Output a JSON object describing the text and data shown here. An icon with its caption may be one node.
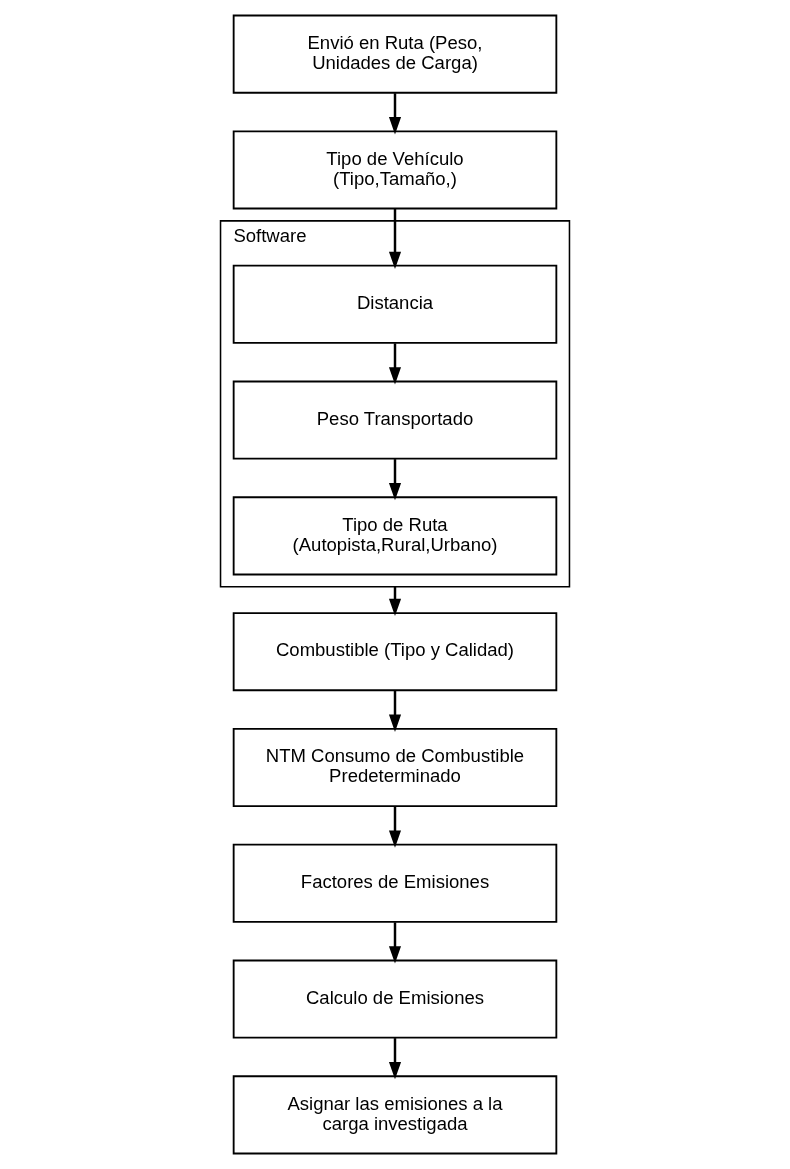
{
  "diagram": {
    "nodes": [
      {
        "text": [
          "Envió en Ruta (Peso, Unidades de Carga)"
        ]
      },
      {
        "text": [
          "Tipo de Vehículo (Tipo,Tamaño,)"
        ]
      },
      {
        "text": [
          "Software"
        ]
      },
      {
        "text": [
          "Distancia"
        ],
        "in": 2
      },
      {
        "text": [
          "Peso Transportado"
        ],
        "in": 2
      },
      {
        "text": [
          "Tipo de Ruta (Autopista,Rural,Urbano)"
        ],
        "in": 2
      },
      {
        "text": [
          "Combustible (Tipo y Calidad)"
        ]
      },
      {
        "text": [
          "NTM Consumo de Combustible Predeterminado"
        ]
      },
      {
        "text": [
          "Factores de Emisiones"
        ]
      },
      {
        "text": [
          "Calculo de Emisiones"
        ]
      },
      {
        "text": [
          "Asignar las emisiones a la carga investigada"
        ]
      }
    ],
    "edges": [
      {
        "from": 0,
        "to": 1,
        "arrow": "to"
      },
      {
        "from": 1,
        "to": 3,
        "arrow": "to"
      },
      {
        "from": 3,
        "to": 4,
        "arrow": "to"
      },
      {
        "from": 4,
        "to": 5,
        "arrow": "to"
      },
      {
        "from": 2,
        "to": 6,
        "arrow": "to"
      },
      {
        "from": 6,
        "to": 7,
        "arrow": "to"
      },
      {
        "from": 7,
        "to": 8,
        "arrow": "to"
      },
      {
        "from": 8,
        "to": 9,
        "arrow": "to"
      },
      {
        "from": 9,
        "to": 10,
        "arrow": "to"
      }
    ]
  }
}
